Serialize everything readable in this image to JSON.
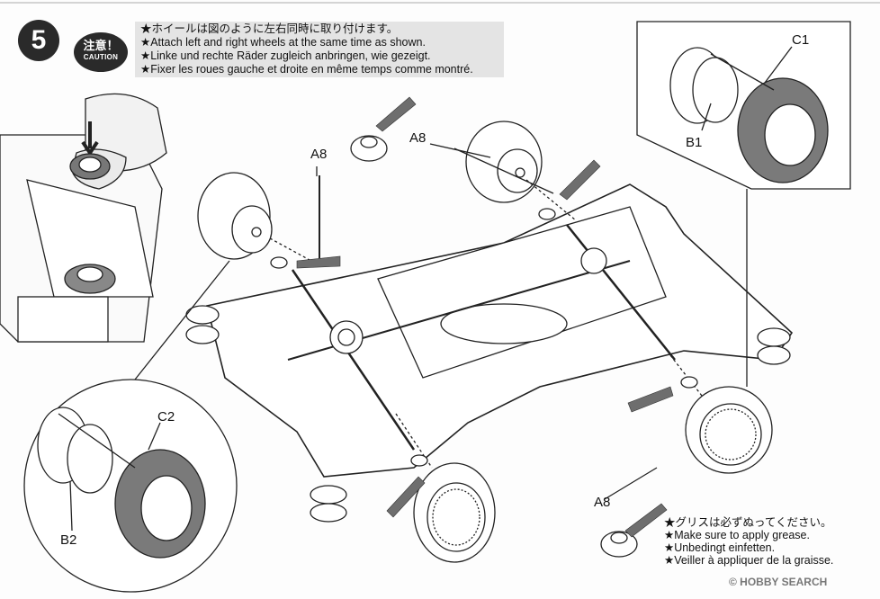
{
  "step": {
    "number": "5"
  },
  "caution": {
    "jp": "注意！",
    "en": "CAUTION"
  },
  "instructions": [
    "★ホイールは図のように左右同時に取り付けます。",
    "★Attach left and right wheels at the same time as shown.",
    "★Linke und rechte Räder zugleich anbringen, wie gezeigt.",
    "★Fixer les roues gauche et droite en même temps comme montré."
  ],
  "grease_note": [
    "★グリスは必ずぬってください。",
    "★Make sure to apply grease.",
    "★Unbedingt einfetten.",
    "★Veiller à appliquer de la graisse."
  ],
  "part_labels": {
    "a8_left": "A8",
    "a8_top": "A8",
    "a8_bottom": "A8",
    "c1": "C1",
    "b1": "B1",
    "c2": "C2",
    "b2": "B2"
  },
  "watermark": "© HOBBY SEARCH",
  "colors": {
    "badge": "#2a2a2a",
    "tire": "#7a7a7a",
    "grease": "#6e6e6e",
    "line": "#222222"
  }
}
